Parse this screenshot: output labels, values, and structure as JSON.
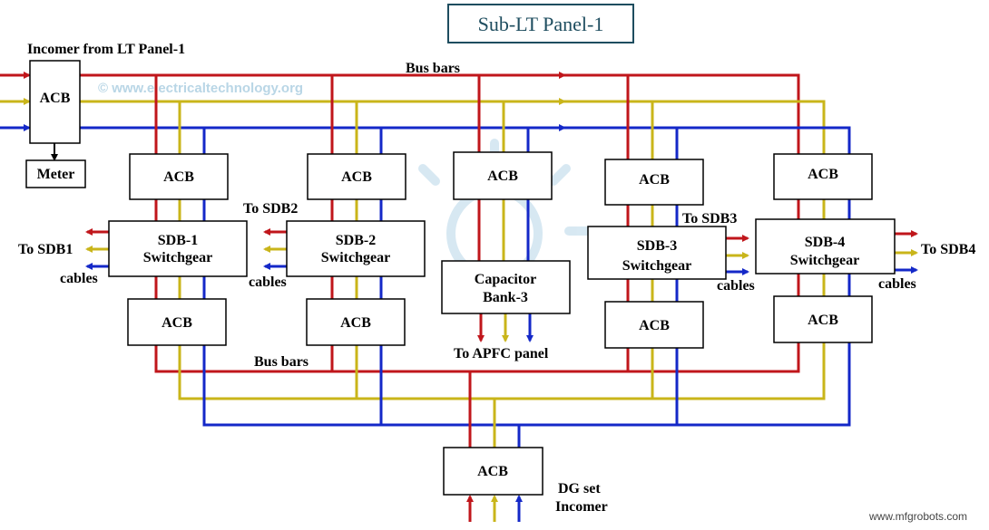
{
  "title": "Sub-LT Panel-1",
  "watermark": "© www.electricaltechnology.org",
  "credit": "www.mfgrobots.com",
  "incomer_label": "Incomer from LT Panel-1",
  "meter_label": "Meter",
  "top_busbar_label": "Bus bars",
  "bottom_busbar_label": "Bus bars",
  "acb_label": "ACB",
  "sdb1": {
    "line1": "SDB-1",
    "line2": "Switchgear",
    "to": "To SDB1",
    "cables": "cables"
  },
  "sdb2": {
    "line1": "SDB-2",
    "line2": "Switchgear",
    "to": "To SDB2",
    "cables": "cables"
  },
  "sdb3": {
    "line1": "SDB-3",
    "line2": "Switchgear",
    "to": "To SDB3",
    "cables": "cables"
  },
  "sdb4": {
    "line1": "SDB-4",
    "line2": "Switchgear",
    "to": "To SDB4",
    "cables": "cables"
  },
  "capacitor": {
    "line1": "Capacitor",
    "line2": "Bank-3",
    "to": "To APFC panel"
  },
  "dg": {
    "line1": "DG set",
    "line2": "Incomer"
  },
  "colors": {
    "red_phase": "#c0161b",
    "yellow_phase": "#c9b51a",
    "blue_phase": "#1428c8",
    "title_border": "#1e4d5f"
  }
}
